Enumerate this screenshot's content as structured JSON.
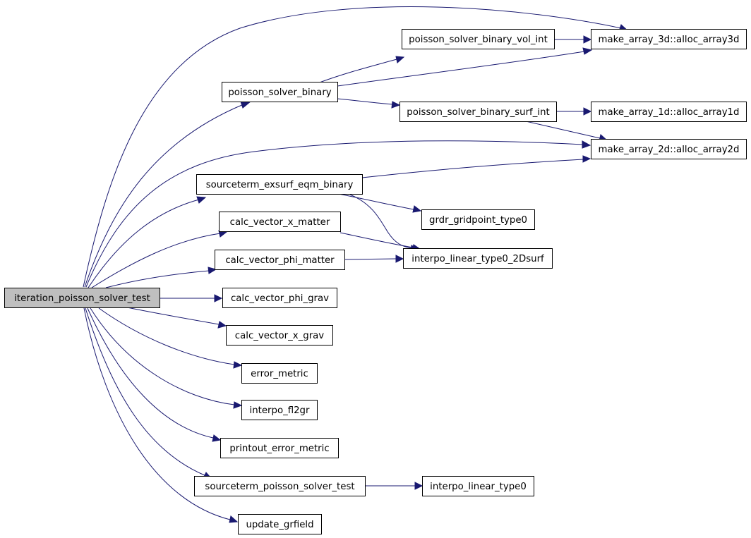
{
  "nodes": {
    "root": "iteration_poisson_solver_test",
    "poisson_solver_binary": "poisson_solver_binary",
    "poisson_solver_binary_vol_int": "poisson_solver_binary_vol_int",
    "alloc_array3d": "make_array_3d::alloc_array3d",
    "poisson_solver_binary_surf_int": "poisson_solver_binary_surf_int",
    "alloc_array1d": "make_array_1d::alloc_array1d",
    "alloc_array2d": "make_array_2d::alloc_array2d",
    "sourceterm_exsurf_eqm_binary": "sourceterm_exsurf_eqm_binary",
    "grdr_gridpoint_type0": "grdr_gridpoint_type0",
    "calc_vector_x_matter": "calc_vector_x_matter",
    "interpo_linear_type0_2Dsurf": "interpo_linear_type0_2Dsurf",
    "calc_vector_phi_matter": "calc_vector_phi_matter",
    "calc_vector_phi_grav": "calc_vector_phi_grav",
    "calc_vector_x_grav": "calc_vector_x_grav",
    "error_metric": "error_metric",
    "interpo_fl2gr": "interpo_fl2gr",
    "printout_error_metric": "printout_error_metric",
    "sourceterm_poisson_solver_test": "sourceterm_poisson_solver_test",
    "interpo_linear_type0": "interpo_linear_type0",
    "update_grfield": "update_grfield"
  },
  "colors": {
    "edge": "#191970",
    "root_fill": "#bfbfbf",
    "node_fill": "#ffffff",
    "node_border": "#000000"
  }
}
